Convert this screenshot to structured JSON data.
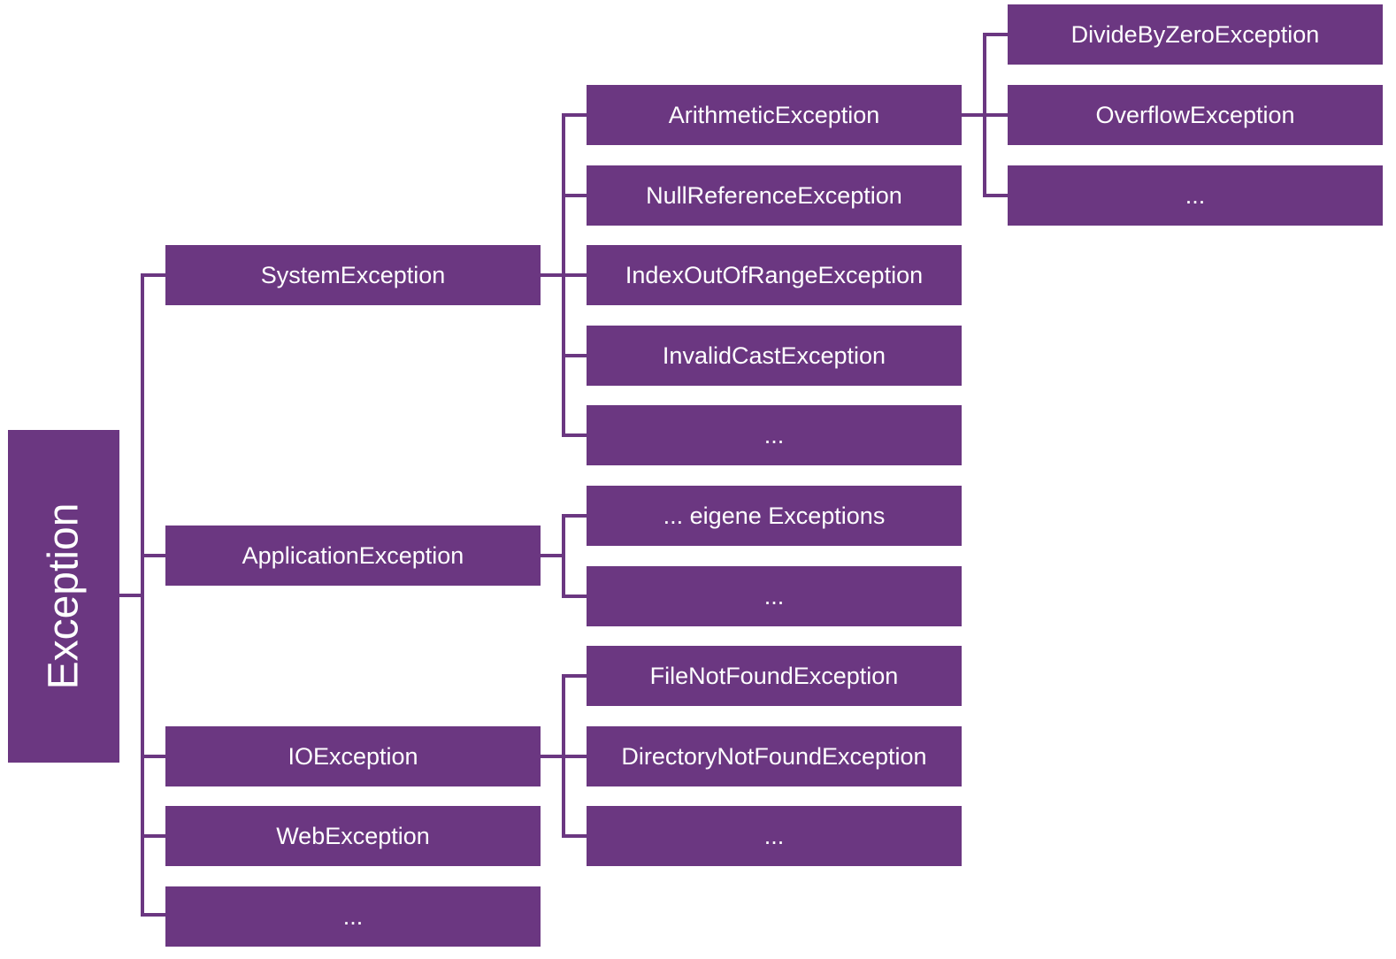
{
  "root": {
    "label": "Exception"
  },
  "level1": {
    "system": "SystemException",
    "application": "ApplicationException",
    "io": "IOException",
    "web": "WebException",
    "more": "..."
  },
  "system_children": {
    "arithmetic": "ArithmeticException",
    "null_reference": "NullReferenceException",
    "index_out_of_range": "IndexOutOfRangeException",
    "invalid_cast": "InvalidCastException",
    "more": "..."
  },
  "application_children": {
    "own": "... eigene Exceptions",
    "more": "..."
  },
  "io_children": {
    "file_not_found": "FileNotFoundException",
    "directory_not_found": "DirectoryNotFoundException",
    "more": "..."
  },
  "arithmetic_children": {
    "divide_by_zero": "DivideByZeroException",
    "overflow": "OverflowException",
    "more": "..."
  },
  "colors": {
    "node_fill": "#6b3781",
    "node_text": "#ffffff",
    "connector": "#6b3781",
    "background": "#ffffff"
  }
}
